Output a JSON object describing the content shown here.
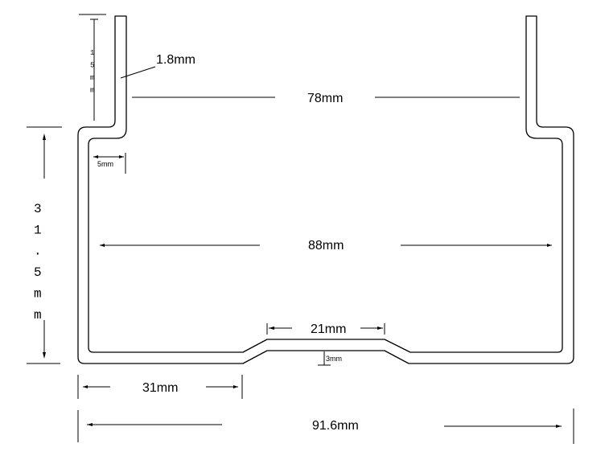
{
  "labels": {
    "thickness": "1.8mm",
    "top_width": "78mm",
    "inner_width": "88mm",
    "bump_width": "21mm",
    "bump_height": "3mm",
    "left_segment": "31mm",
    "total_width": "91.6mm",
    "flange_radius": "5mm",
    "flange_height": "15mm",
    "total_height": "31.5mm"
  }
}
